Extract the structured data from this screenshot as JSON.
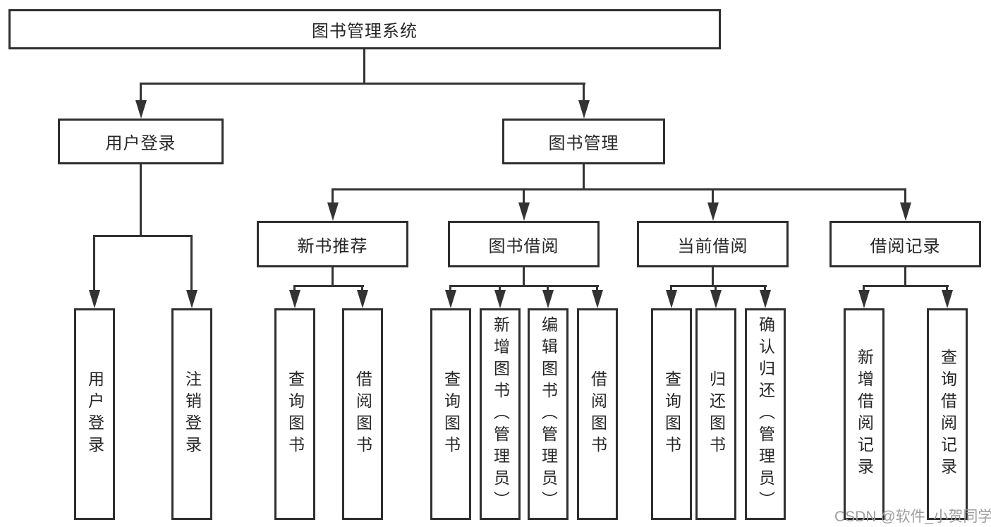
{
  "diagram_title": "图书管理系统",
  "tree": {
    "label": "图书管理系统",
    "children": [
      {
        "label": "用户登录",
        "children": [
          {
            "label": "用户登录"
          },
          {
            "label": "注销登录"
          }
        ]
      },
      {
        "label": "图书管理",
        "children": [
          {
            "label": "新书推荐",
            "children": [
              {
                "label": "查询图书"
              },
              {
                "label": "借阅图书"
              }
            ]
          },
          {
            "label": "图书借阅",
            "children": [
              {
                "label": "查询图书"
              },
              {
                "label": "新增图书（管理员）"
              },
              {
                "label": "编辑图书（管理员）"
              },
              {
                "label": "借阅图书"
              }
            ]
          },
          {
            "label": "当前借阅",
            "children": [
              {
                "label": "查询图书"
              },
              {
                "label": "归还图书"
              },
              {
                "label": "确认归还（管理员）"
              }
            ]
          },
          {
            "label": "借阅记录",
            "children": [
              {
                "label": "新增借阅记录"
              },
              {
                "label": "查询借阅记录"
              }
            ]
          }
        ]
      }
    ]
  },
  "watermark": "CSDN @软件_小贺同学",
  "colors": {
    "line": "#333333",
    "box_border": "#2f2f2f",
    "text": "#262626",
    "watermark": "#9e9e9e",
    "background": "#ffffff"
  }
}
